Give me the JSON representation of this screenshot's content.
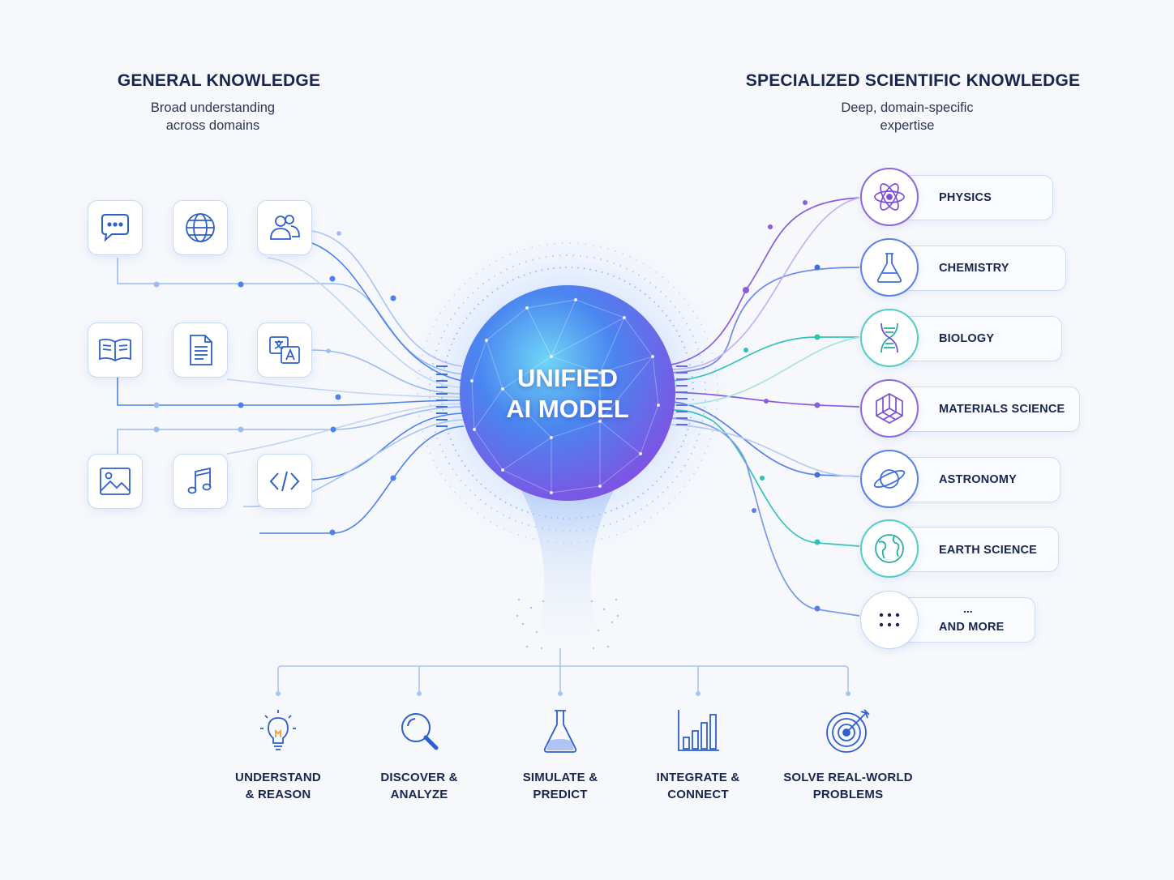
{
  "general": {
    "title": "GENERAL KNOWLEDGE",
    "subtitle_line1": "Broad understanding",
    "subtitle_line2": "across domains",
    "icons": [
      "chat-icon",
      "globe-icon",
      "users-icon",
      "book-icon",
      "document-icon",
      "translate-icon",
      "image-icon",
      "music-icon",
      "code-icon"
    ]
  },
  "scientific": {
    "title": "SPECIALIZED SCIENTIFIC KNOWLEDGE",
    "subtitle_line1": "Deep, domain-specific",
    "subtitle_line2": "expertise",
    "domains": [
      {
        "label": "PHYSICS",
        "icon": "atom-icon",
        "color": "#7b4fd6"
      },
      {
        "label": "CHEMISTRY",
        "icon": "flask-icon",
        "color": "#3f6fe0"
      },
      {
        "label": "BIOLOGY",
        "icon": "dna-icon",
        "color": "#2cc2b8"
      },
      {
        "label": "MATERIALS SCIENCE",
        "icon": "crystal-icon",
        "color": "#7b4fd6"
      },
      {
        "label": "ASTRONOMY",
        "icon": "planet-icon",
        "color": "#3f6fe0"
      },
      {
        "label": "EARTH SCIENCE",
        "icon": "earth-icon",
        "color": "#2cc2b8"
      },
      {
        "label": "AND MORE",
        "prefix": "...",
        "icon": "more-dots-icon",
        "color": "#8aa4e0"
      }
    ]
  },
  "core": {
    "line1": "UNIFIED",
    "line2": "AI MODEL"
  },
  "outcomes": [
    {
      "line1": "UNDERSTAND",
      "line2": "& REASON",
      "icon": "lightbulb-icon"
    },
    {
      "line1": "DISCOVER &",
      "line2": "ANALYZE",
      "icon": "magnifier-icon"
    },
    {
      "line1": "SIMULATE &",
      "line2": "PREDICT",
      "icon": "flask-icon"
    },
    {
      "line1": "INTEGRATE &",
      "line2": "CONNECT",
      "icon": "bar-chart-icon"
    },
    {
      "line1": "SOLVE REAL-WORLD",
      "line2": "PROBLEMS",
      "icon": "target-icon"
    }
  ],
  "colors": {
    "navy": "#18254f",
    "blue": "#3f6fe0",
    "purple": "#7b4fd6",
    "teal": "#2cc2b8",
    "line_light": "#a9c4f0"
  }
}
